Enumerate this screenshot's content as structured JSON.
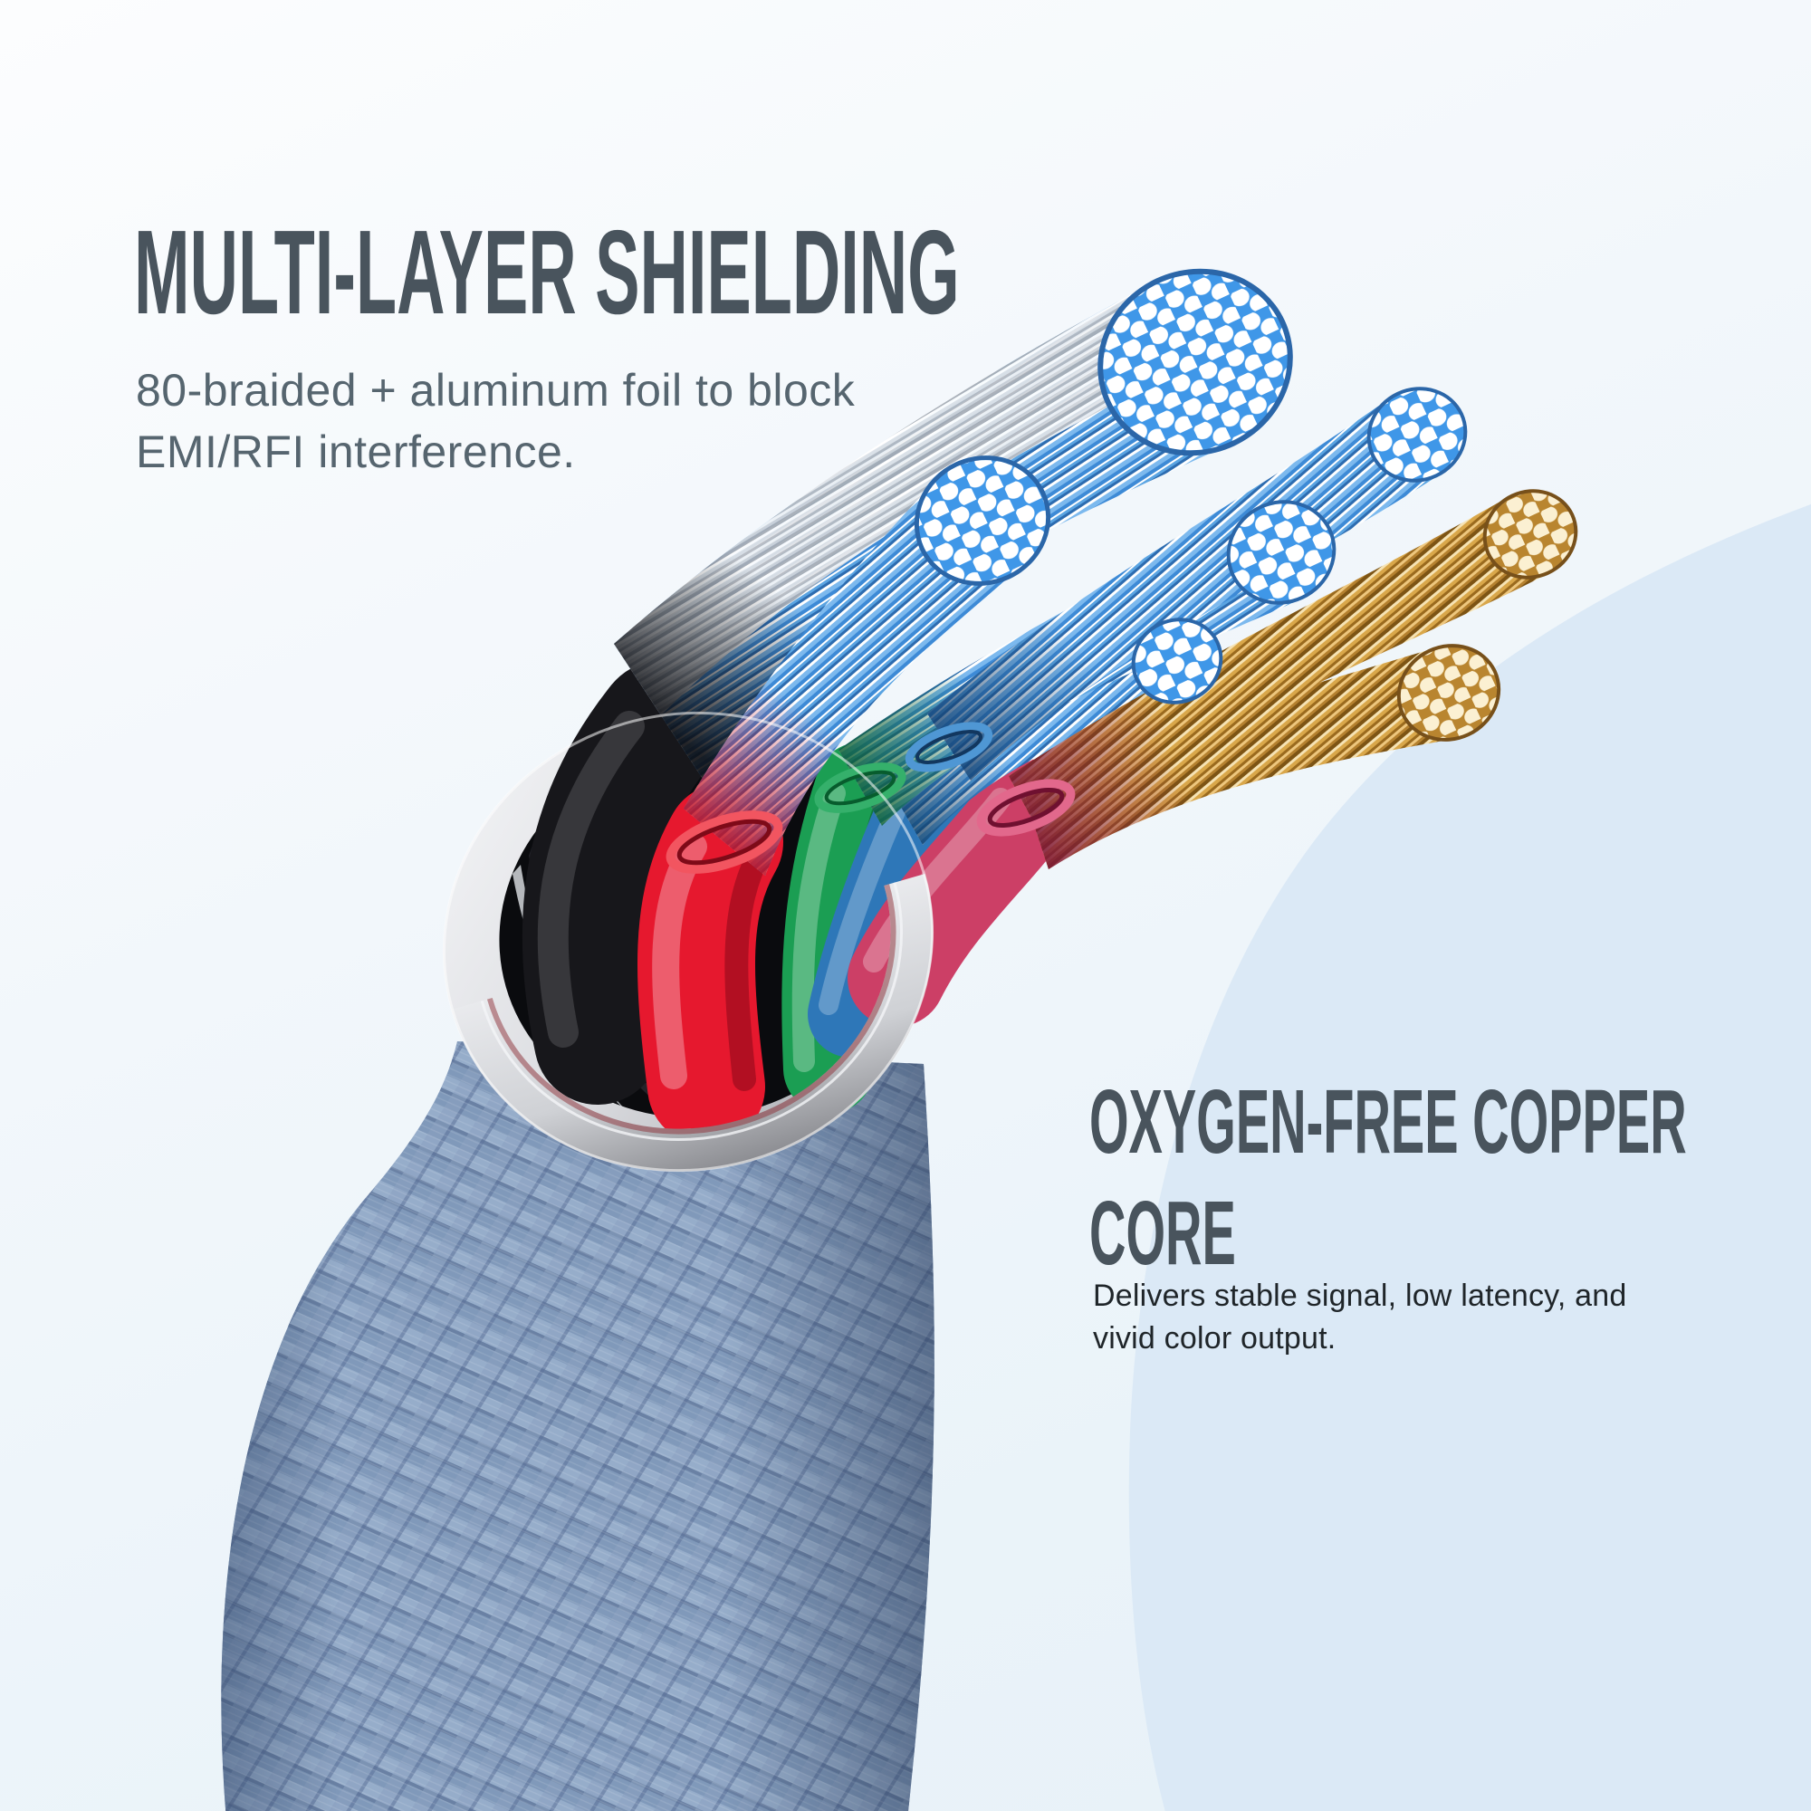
{
  "page": {
    "background_color": "#f0f6fa",
    "swoosh_color": "#dbe9f6"
  },
  "shielding_section": {
    "title": "MULTI-LAYER SHIELDING",
    "body_line1": "80-braided + aluminum foil to block",
    "body_line2": "EMI/RFI interference."
  },
  "copper_section": {
    "title_line1": "OXYGEN-FREE COPPER",
    "title_line2": "CORE",
    "body_line1": "Delivers stable signal, low latency, and",
    "body_line2": "vivid color output."
  },
  "illustration": {
    "subject": "braided cable cutaway 3D render",
    "braid_color": "#8099ba",
    "ring_color": "#d9dade",
    "opening_color": "#0a0b0e",
    "wire_colors": {
      "black": "#17171b",
      "red": "#e6182e",
      "green": "#1b9e53",
      "blue": "#2e77b8",
      "crimson": "#cc3f66"
    },
    "strand_blue": "#3f97e8",
    "strand_copper": "#b9852f",
    "blue_bundle_count": 5,
    "copper_bundle_count": 2
  }
}
